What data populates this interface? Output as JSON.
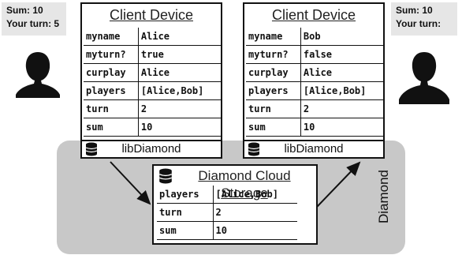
{
  "left_sum": {
    "sum": "Sum: 10",
    "turn": "Your turn: 5"
  },
  "right_sum": {
    "sum": "Sum: 10",
    "turn": "Your turn:"
  },
  "device_left": {
    "title": "Client Device",
    "rows": [
      {
        "k": "myname",
        "v": "Alice"
      },
      {
        "k": "myturn?",
        "v": "true"
      },
      {
        "k": "curplay",
        "v": "Alice"
      },
      {
        "k": "players",
        "v": "[Alice,Bob]"
      },
      {
        "k": "turn",
        "v": "2"
      },
      {
        "k": "sum",
        "v": "10"
      }
    ],
    "lib": "libDiamond"
  },
  "device_right": {
    "title": "Client Device",
    "rows": [
      {
        "k": "myname",
        "v": "Bob"
      },
      {
        "k": "myturn?",
        "v": "false"
      },
      {
        "k": "curplay",
        "v": "Alice"
      },
      {
        "k": "players",
        "v": "[Alice,Bob]"
      },
      {
        "k": "turn",
        "v": "2"
      },
      {
        "k": "sum",
        "v": "10"
      }
    ],
    "lib": "libDiamond"
  },
  "storage": {
    "title": "Diamond Cloud Storage",
    "rows": [
      {
        "k": "players",
        "v": "[Alice,Bob]"
      },
      {
        "k": "turn",
        "v": "2"
      },
      {
        "k": "sum",
        "v": "10"
      }
    ]
  },
  "cloud_label": "Diamond",
  "icons": {
    "person": "person-silhouette-icon",
    "db": "database-icon"
  }
}
